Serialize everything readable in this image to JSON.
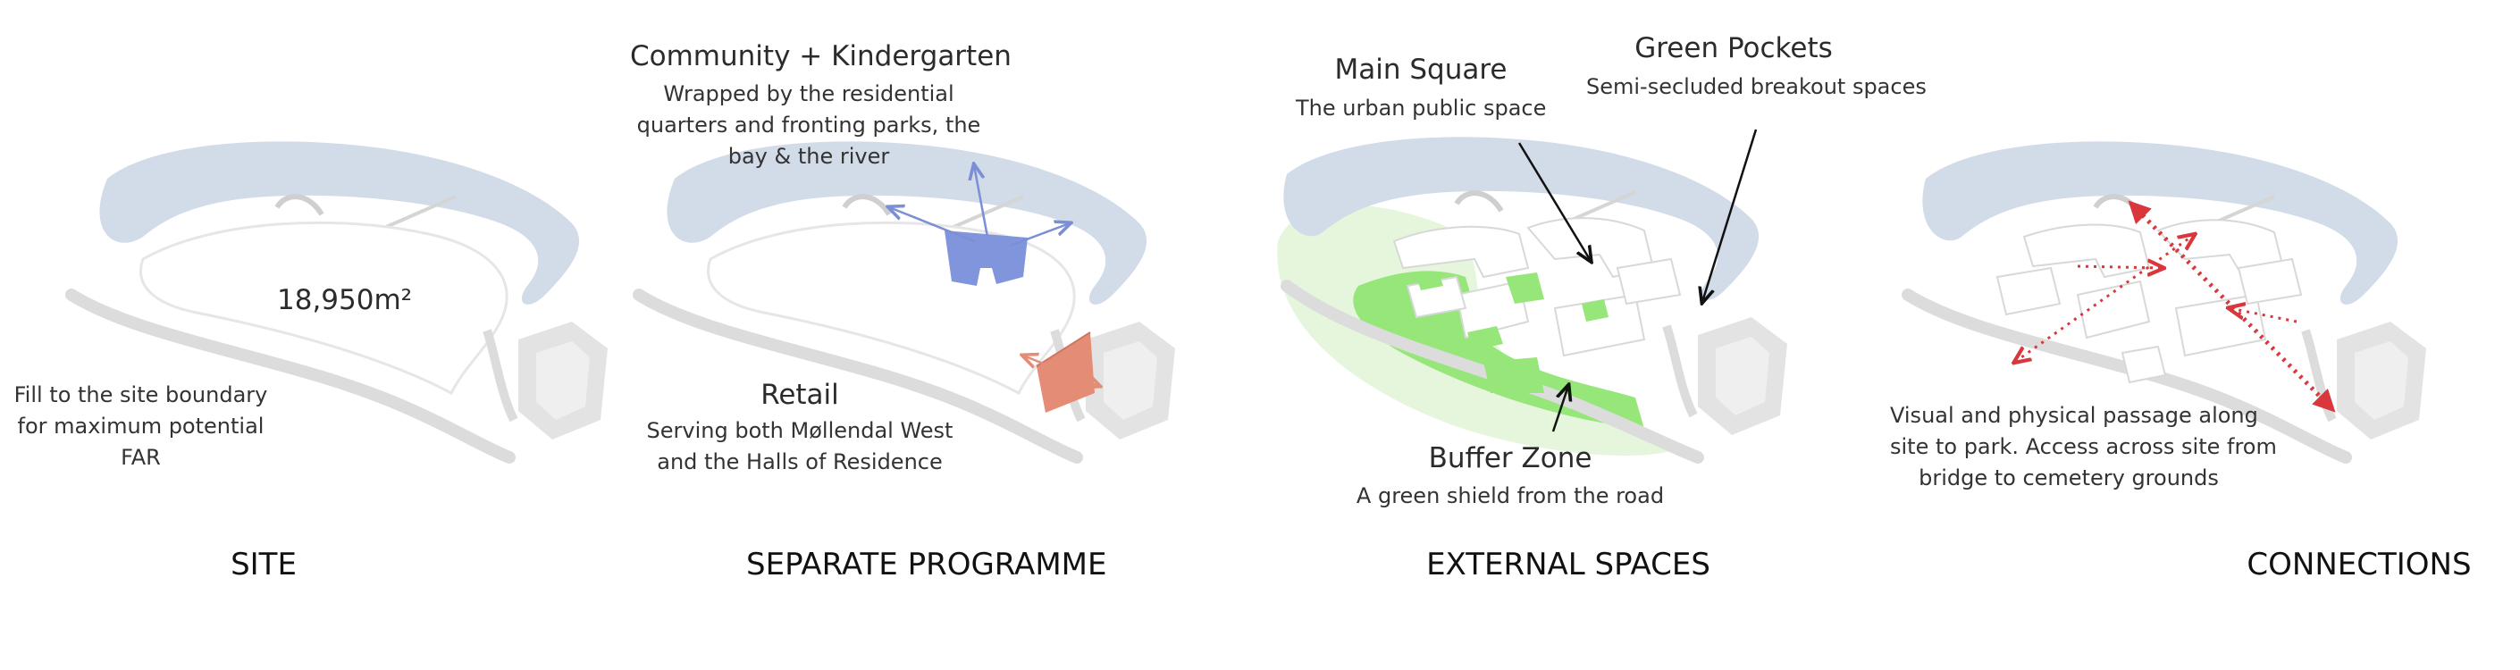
{
  "panels": {
    "site": {
      "title": "SITE",
      "area": "18,950m²",
      "note": [
        "Fill to the site boundary",
        "for maximum potential",
        "FAR"
      ]
    },
    "programme": {
      "title": "SEPARATE PROGRAMME",
      "community_heading": "Community + Kindergarten",
      "community_text": [
        "Wrapped by the residential",
        "quarters and fronting parks, the",
        "bay & the river"
      ],
      "retail_heading": "Retail",
      "retail_text": [
        "Serving both Møllendal West",
        "and the Halls of Residence"
      ]
    },
    "external": {
      "title": "EXTERNAL SPACES",
      "main_square_heading": "Main Square",
      "main_square_text": "The urban public space",
      "green_pockets_heading": "Green Pockets",
      "green_pockets_text": "Semi-secluded breakout spaces",
      "buffer_heading": "Buffer Zone",
      "buffer_text": "A green shield from the road"
    },
    "connections": {
      "title": "CONNECTIONS",
      "note": [
        "Visual and physical passage along",
        "site to park. Access across site from",
        "bridge to cemetery grounds"
      ]
    }
  },
  "colors": {
    "water": "#d2dbe8",
    "ground": "#dcdcdc",
    "green": "#96e67a",
    "light_green": "#e6f6dc",
    "community": "#8095dc",
    "retail": "#e48c76",
    "arrow_red": "#d9373b"
  }
}
